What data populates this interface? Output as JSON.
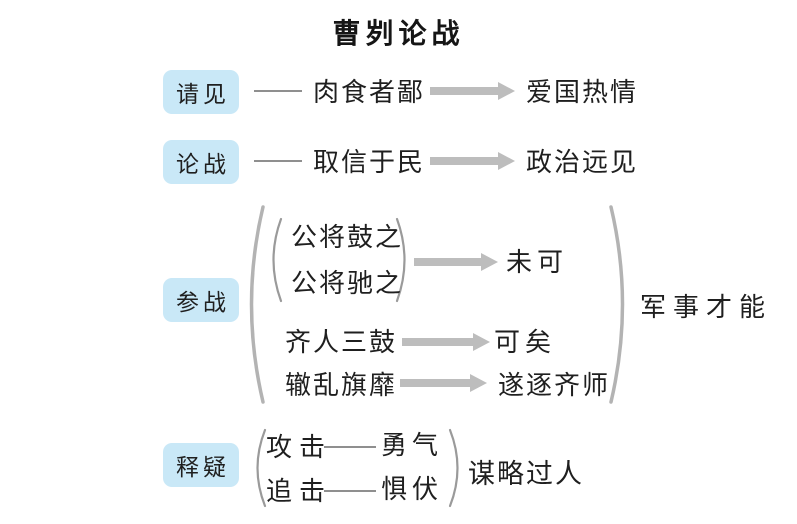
{
  "title": "曹刿论战",
  "colors": {
    "label_box_bg": "#c9e8f7",
    "arrow_gray": "#bdbdbd",
    "line_gray": "#8f8f8f",
    "brace_outer_gray": "#b3b3b3",
    "brace_inner_gray": "#9a9a9a",
    "text": "#1f1f1f"
  },
  "sections": [
    {
      "id": "qingjian",
      "label": "请见",
      "cause": "肉食者鄙",
      "result": "爱国热情"
    },
    {
      "id": "lunzhan",
      "label": "论战",
      "cause": "取信于民",
      "result": "政治远见"
    },
    {
      "id": "canzhan",
      "label": "参战",
      "annotation": "军事才能",
      "items": [
        {
          "causes": [
            "公将鼓之",
            "公将驰之"
          ],
          "result": "未可"
        },
        {
          "cause": "齐人三鼓",
          "result": "可矣"
        },
        {
          "cause": "辙乱旗靡",
          "result": "遂逐齐师"
        }
      ]
    },
    {
      "id": "shiyi",
      "label": "释疑",
      "annotation": "谋略过人",
      "items": [
        {
          "cause": "攻击",
          "result": "勇气"
        },
        {
          "cause": "追击",
          "result": "惧伏"
        }
      ]
    }
  ]
}
